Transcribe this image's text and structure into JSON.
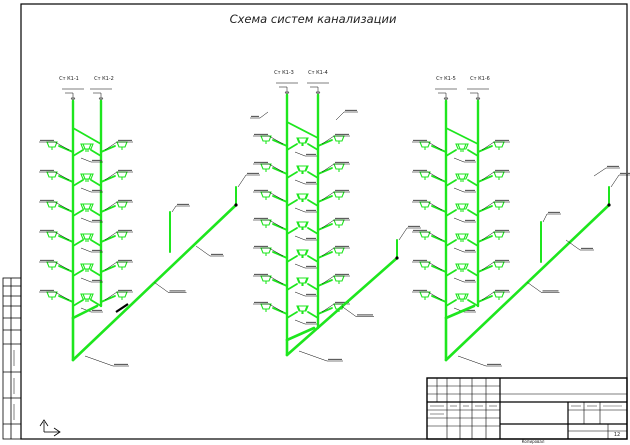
{
  "drawing": {
    "title": "Схема систем канализации",
    "sheet_number": "12",
    "stamp_caption": "Копировал"
  },
  "groups": [
    {
      "id": "k1-1-2",
      "risers": [
        "Ст К1-1",
        "Ст К1-2"
      ]
    },
    {
      "id": "k1-3-4",
      "risers": [
        "Ст К1-3",
        "Ст К1-4"
      ]
    },
    {
      "id": "k1-5-6",
      "risers": [
        "Ст К1-5",
        "Ст К1-6"
      ]
    }
  ],
  "colors": {
    "pipe": "#1ee61e",
    "line": "#000000",
    "background": "#ffffff",
    "label": "#222222"
  }
}
